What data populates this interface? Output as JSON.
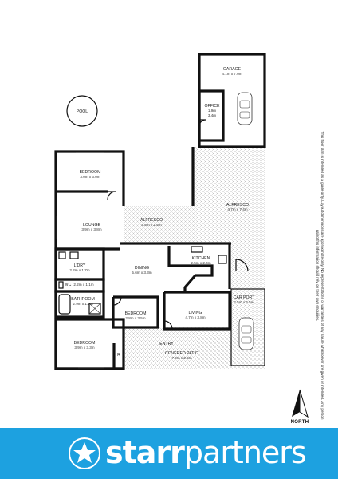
{
  "rooms": {
    "pool": {
      "label": "POOL"
    },
    "garage": {
      "label": "GARAGE",
      "dims": "4.1m x 7.0m"
    },
    "office": {
      "label": "OFFICE",
      "dims_w": "1.9m",
      "dims_h": "3.4m"
    },
    "bedroom_top": {
      "label": "BEDROOM",
      "dims": "3.0m x 3.0m"
    },
    "alfresco_right": {
      "label": "ALFRESCO",
      "dims": "4.7m x 7.4m"
    },
    "lounge": {
      "label": "LOUNGE",
      "dims": "3.9m x 3.8m"
    },
    "alfresco_mid": {
      "label": "ALFRESCO",
      "dims": "5.8m x 2.5m"
    },
    "laundry": {
      "label": "L'DRY",
      "dims": "2.2m x 1.7m"
    },
    "kitchen": {
      "label": "KITCHEN",
      "dims": "2.5m x 2.4m"
    },
    "dining": {
      "label": "DINING",
      "dims": "5.6m x 3.3m"
    },
    "wc": {
      "label": "WC",
      "dims": "2.2m x 1.1m"
    },
    "bathroom": {
      "label": "BATHROOM",
      "dims": "2.9m x 1.7m"
    },
    "car_port": {
      "label": "CAR PORT",
      "dims": "2.5m x 6.5m"
    },
    "bedroom_mid": {
      "label": "BEDROOM",
      "dims": "2.8m x 3.5m"
    },
    "living": {
      "label": "LIVING",
      "dims": "4.7m x 3.8m"
    },
    "entry": {
      "label": "ENTRY"
    },
    "bedroom_bottom": {
      "label": "BEDROOM",
      "dims": "3.9m x 3.3m"
    },
    "robe": {
      "label": "R"
    },
    "covered_patio": {
      "label": "COVERED PATIO",
      "dims": "7.0m x 2.6m"
    }
  },
  "disclaimer": "This floor plan is intended as a guide only. Layout dimensions are approximate only. No representations or warranties of any nature whatsoever are given or intended. Any person using this information should rely on their own enquiries.",
  "north": {
    "label": "NORTH"
  },
  "brand": {
    "part1": "starr",
    "part2": "partners"
  },
  "colors": {
    "brand_blue": "#1da1e0",
    "wall": "#111111",
    "paving": "#c8c8c8"
  }
}
